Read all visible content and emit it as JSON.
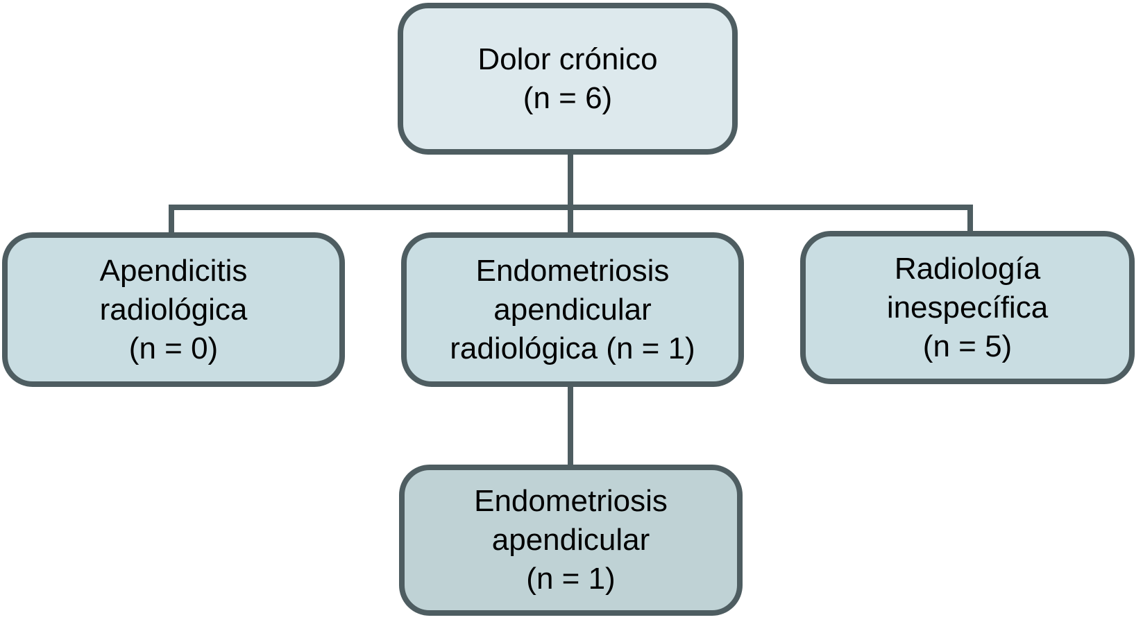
{
  "diagram": {
    "type": "flowchart",
    "direction": "top-down",
    "language": "es",
    "colors": {
      "root_fill": "#dde9ed",
      "child_fill": "#c9dde2",
      "leaf_fill": "#bfd2d5",
      "border": "#4e5d61",
      "connector": "#4e5d61",
      "text": "#000000",
      "background": "#ffffff"
    },
    "nodes": [
      {
        "id": "dolor-cronico",
        "label": "Dolor crónico",
        "n": 6,
        "lines": [
          "Dolor crónico",
          "(n = 6)"
        ]
      },
      {
        "id": "apendicitis-radiologica",
        "label": "Apendicitis radiológica",
        "n": 0,
        "lines": [
          "Apendicitis",
          "radiológica",
          "(n = 0)"
        ]
      },
      {
        "id": "endometriosis-apendicular-radiologica",
        "label": "Endometriosis apendicular radiológica",
        "n": 1,
        "lines": [
          "Endometriosis",
          "apendicular",
          "radiológica (n = 1)"
        ]
      },
      {
        "id": "radiologia-inespecifica",
        "label": "Radiología inespecífica",
        "n": 5,
        "lines": [
          "Radiología",
          "inespecífica",
          "(n = 5)"
        ]
      },
      {
        "id": "endometriosis-apendicular",
        "label": "Endometriosis apendicular",
        "n": 1,
        "lines": [
          "Endometriosis",
          "apendicular",
          "(n = 1)"
        ]
      }
    ],
    "edges": [
      {
        "from": "dolor-cronico",
        "to": "apendicitis-radiologica"
      },
      {
        "from": "dolor-cronico",
        "to": "endometriosis-apendicular-radiologica"
      },
      {
        "from": "dolor-cronico",
        "to": "radiologia-inespecifica"
      },
      {
        "from": "endometriosis-apendicular-radiologica",
        "to": "endometriosis-apendicular"
      }
    ]
  }
}
